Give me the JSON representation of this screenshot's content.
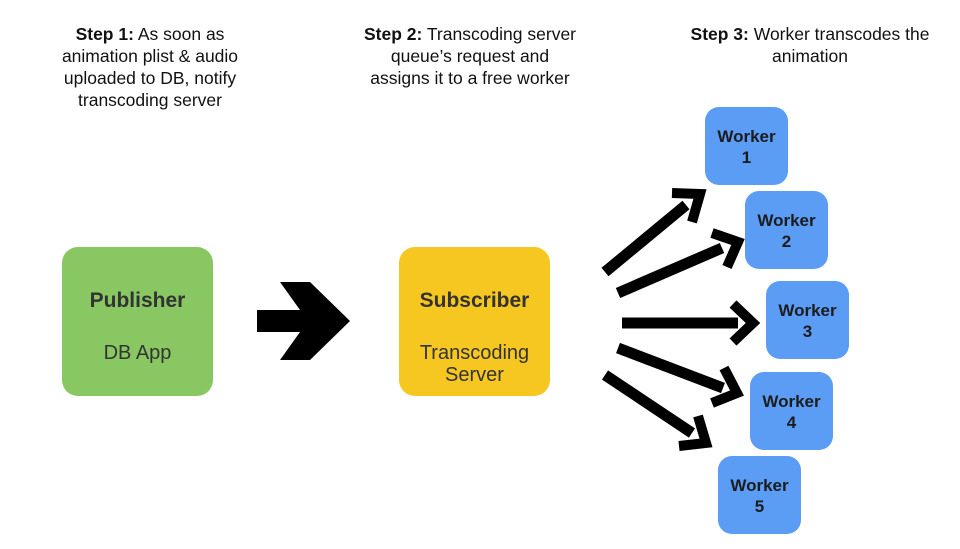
{
  "steps": [
    {
      "label": "Step 1:",
      "text": "As soon as animation plist & audio uploaded to DB, notify transcoding server"
    },
    {
      "label": "Step 2:",
      "text": "Transcoding server queue’s request and assigns it to a free worker"
    },
    {
      "label": "Step 3:",
      "text": "Worker transcodes the animation"
    }
  ],
  "publisher": {
    "title": "Publisher",
    "subtitle": "DB App",
    "color": "#89c763"
  },
  "subscriber": {
    "title": "Subscriber",
    "subtitle": "Transcoding Server",
    "color": "#f7c721"
  },
  "workers": [
    {
      "label": "Worker",
      "number": "1"
    },
    {
      "label": "Worker",
      "number": "2"
    },
    {
      "label": "Worker",
      "number": "3"
    },
    {
      "label": "Worker",
      "number": "4"
    },
    {
      "label": "Worker",
      "number": "5"
    }
  ],
  "colors": {
    "worker": "#5b9cf5",
    "arrow": "#000000"
  }
}
